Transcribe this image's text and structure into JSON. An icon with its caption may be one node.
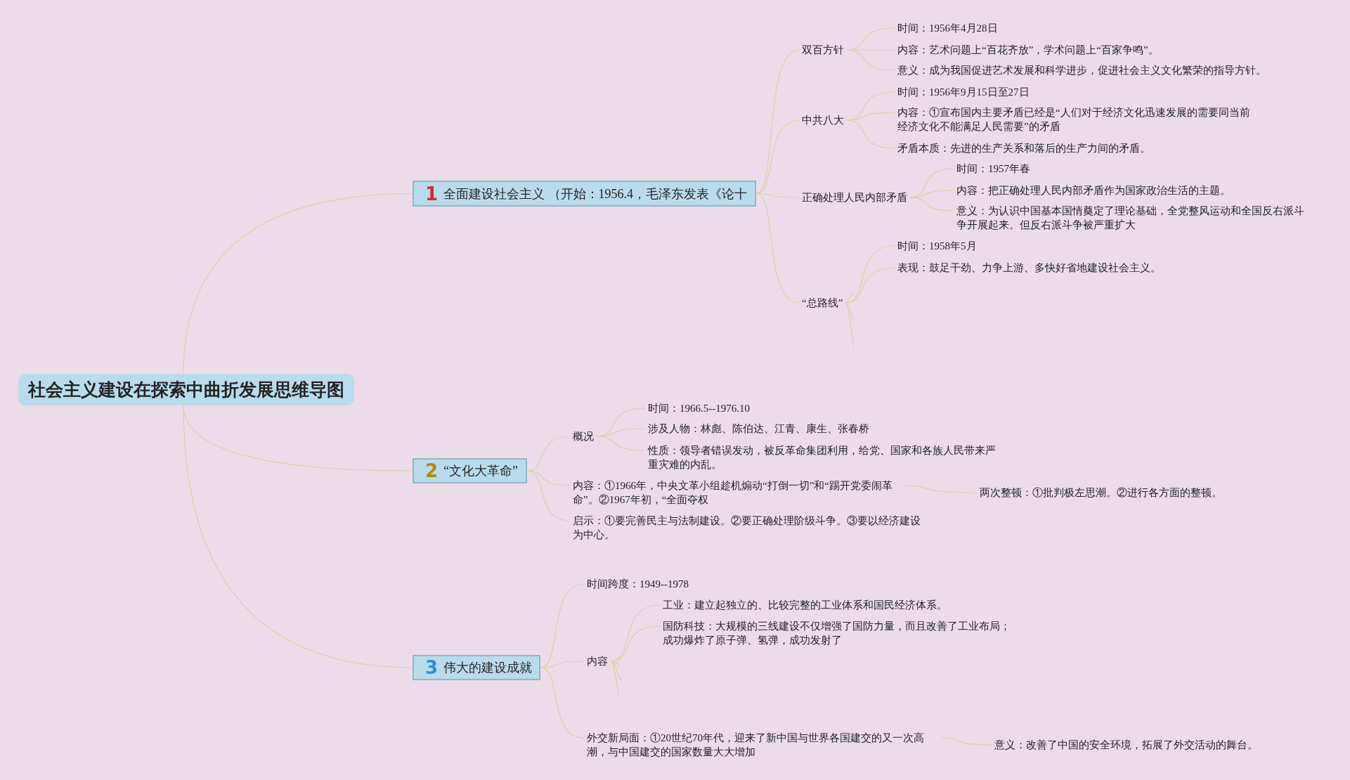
{
  "diagram": {
    "nodes": [
      {
        "text": [
          "社会主义建设在探索中曲折发展思维导图"
        ]
      },
      {
        "text": [
          "1",
          "全面建设社会主义 （开始：1956.4，毛泽东发表《论十"
        ]
      },
      {
        "text": [
          "双百方针"
        ]
      },
      {
        "text": [
          "时间：1956年4月28日"
        ]
      },
      {
        "text": [
          "内容：艺术问题上“百花齐放”，学术问题上“百家争鸣”。"
        ]
      },
      {
        "text": [
          "意义：成为我国促进艺术发展和科学进步，促进社会主义文化繁荣的指导方针。"
        ]
      },
      {
        "text": [
          "中共八大"
        ]
      },
      {
        "text": [
          "时间：1956年9月15日至27日"
        ]
      },
      {
        "text": [
          "内容：①宣布国内主要矛盾已经是“人们对于经济文化迅速发展的需要同当前经济文化不能满足人民需要”的矛盾"
        ]
      },
      {
        "text": [
          "矛盾本质：先进的生产关系和落后的生产力间的矛盾。"
        ]
      },
      {
        "text": [
          "正确处理人民内部矛盾"
        ]
      },
      {
        "text": [
          "时间：1957年春"
        ]
      },
      {
        "text": [
          "内容：把正确处理人民内部矛盾作为国家政治生活的主题。"
        ]
      },
      {
        "text": [
          "意义：为认识中国基本国情奠定了理论基础，全党整风运动和全国反右派斗争开展起来。但反右派斗争被严重扩大"
        ]
      },
      {
        "text": [
          "“总路线”"
        ]
      },
      {
        "text": [
          "时间：1958年5月"
        ]
      },
      {
        "text": [
          "表现：鼓足干劲、力争上游、多快好省地建设社会主义。"
        ]
      },
      {
        "text": [
          "2",
          "“文化大革命”"
        ]
      },
      {
        "text": [
          "概况"
        ]
      },
      {
        "text": [
          "时间：1966.5--1976.10"
        ]
      },
      {
        "text": [
          "涉及人物：林彪、陈伯达、江青、康生、张春桥"
        ]
      },
      {
        "text": [
          "性质：领导者错误发动，被反革命集团利用，给党、国家和各族人民带来严重灾难的内乱。"
        ]
      },
      {
        "text": [
          "内容：①1966年，中央文革小组趁机煽动“打倒一切”和“踢开党委闹革命”。②1967年初，“全面夺权"
        ]
      },
      {
        "text": [
          "两次整顿：①批判极左思潮。②进行各方面的整顿。"
        ]
      },
      {
        "text": [
          "启示：①要完善民主与法制建设。②要正确处理阶级斗争。③要以经济建设为中心。"
        ]
      },
      {
        "text": [
          "3",
          "伟大的建设成就"
        ]
      },
      {
        "text": [
          "时间跨度：1949--1978"
        ]
      },
      {
        "text": [
          "内容"
        ]
      },
      {
        "text": [
          "工业：建立起独立的、比较完整的工业体系和国民经济体系。"
        ]
      },
      {
        "text": [
          "国防科技：大规模的三线建设不仅增强了国防力量，而且改善了工业布局；成功爆炸了原子弹、氢弹，成功发射了"
        ]
      },
      {
        "text": [
          "外交新局面：①20世纪70年代，迎来了新中国与世界各国建交的又一次高潮，与中国建交的国家数量大大增加"
        ]
      },
      {
        "text": [
          "意义：改善了中国的安全环境，拓展了外交活动的舞台。"
        ]
      }
    ],
    "edges": [
      {
        "from": 0,
        "to": 1,
        "arrow": "none"
      },
      {
        "from": 1,
        "to": 2,
        "arrow": "none"
      },
      {
        "from": 2,
        "to": 3,
        "arrow": "none"
      },
      {
        "from": 2,
        "to": 4,
        "arrow": "none"
      },
      {
        "from": 2,
        "to": 5,
        "arrow": "none"
      },
      {
        "from": 1,
        "to": 6,
        "arrow": "none"
      },
      {
        "from": 6,
        "to": 7,
        "arrow": "none"
      },
      {
        "from": 6,
        "to": 8,
        "arrow": "none"
      },
      {
        "from": 6,
        "to": 9,
        "arrow": "none"
      },
      {
        "from": 1,
        "to": 10,
        "arrow": "none"
      },
      {
        "from": 10,
        "to": 11,
        "arrow": "none"
      },
      {
        "from": 10,
        "to": 12,
        "arrow": "none"
      },
      {
        "from": 10,
        "to": 13,
        "arrow": "none"
      },
      {
        "from": 1,
        "to": 14,
        "arrow": "none"
      },
      {
        "from": 14,
        "to": 15,
        "arrow": "none"
      },
      {
        "from": 14,
        "to": 16,
        "arrow": "none"
      },
      {
        "from": 14,
        "to": null,
        "arrow": "none"
      },
      {
        "from": 14,
        "to": null,
        "arrow": "none"
      },
      {
        "from": 14,
        "to": null,
        "arrow": "none"
      },
      {
        "from": 0,
        "to": 17,
        "arrow": "none"
      },
      {
        "from": 17,
        "to": 18,
        "arrow": "none"
      },
      {
        "from": 18,
        "to": 19,
        "arrow": "none"
      },
      {
        "from": 18,
        "to": 20,
        "arrow": "none"
      },
      {
        "from": 18,
        "to": 21,
        "arrow": "none"
      },
      {
        "from": 17,
        "to": 22,
        "arrow": "none"
      },
      {
        "from": 22,
        "to": 23,
        "arrow": "none"
      },
      {
        "from": 17,
        "to": 24,
        "arrow": "none"
      },
      {
        "from": 0,
        "to": 25,
        "arrow": "none"
      },
      {
        "from": 25,
        "to": 26,
        "arrow": "none"
      },
      {
        "from": 25,
        "to": 27,
        "arrow": "none"
      },
      {
        "from": 27,
        "to": 28,
        "arrow": "none"
      },
      {
        "from": 27,
        "to": 29,
        "arrow": "none"
      },
      {
        "from": 27,
        "to": null,
        "arrow": "none"
      },
      {
        "from": 27,
        "to": null,
        "arrow": "none"
      },
      {
        "from": 27,
        "to": null,
        "arrow": "none"
      },
      {
        "from": 25,
        "to": 30,
        "arrow": "none"
      },
      {
        "from": 30,
        "to": 31,
        "arrow": "none"
      }
    ]
  }
}
